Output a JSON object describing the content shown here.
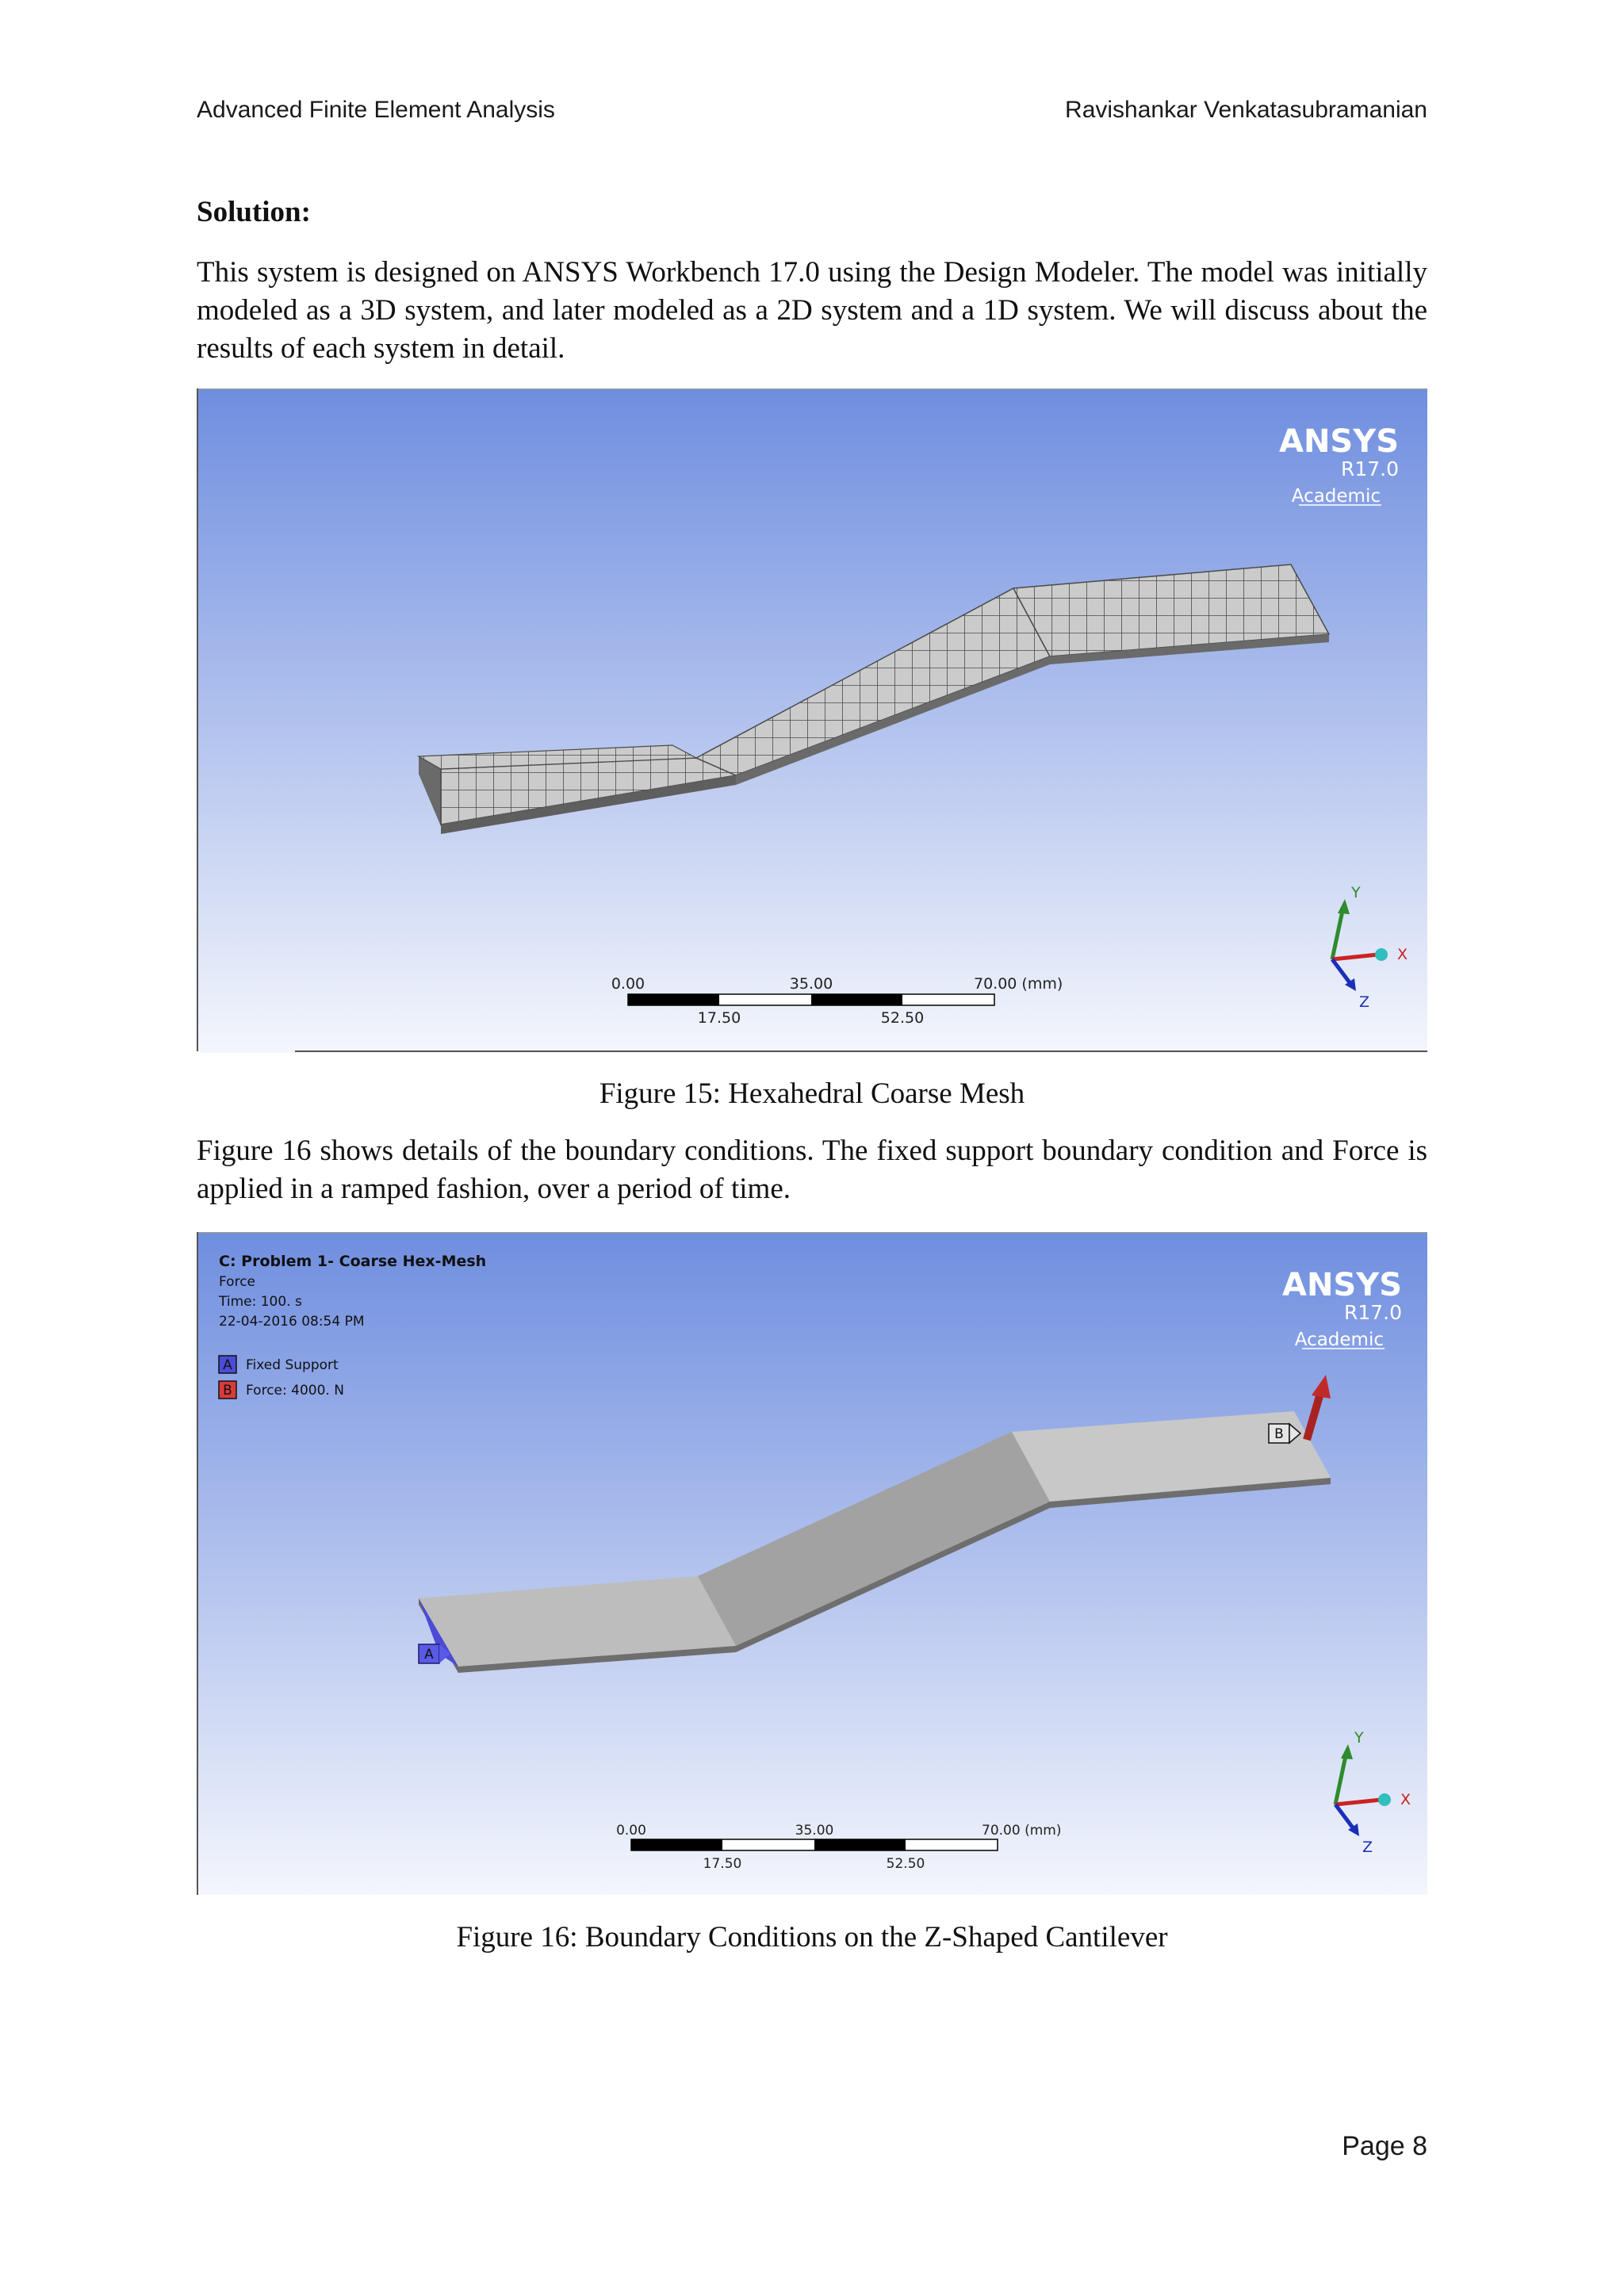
{
  "header": {
    "left": "Advanced Finite Element Analysis",
    "right": "Ravishankar Venkatasubramanian"
  },
  "solution_heading": "Solution:",
  "paragraph1": "This system is designed on ANSYS Workbench 17.0 using the Design Modeler. The model was initially modeled as a 3D system, and later modeled as a 2D system and a 1D system. We will discuss about the results of each system in detail.",
  "figure15": {
    "logo": {
      "name": "ANSYS",
      "version": "R17.0",
      "edition": "Academic"
    },
    "scale": {
      "top_labels": [
        "0.00",
        "35.00",
        "70.00 (mm)"
      ],
      "bottom_labels": [
        "17.50",
        "52.50"
      ]
    },
    "axes": {
      "y": "Y",
      "x": "X",
      "z": "Z"
    },
    "caption": "Figure 15: Hexahedral Coarse Mesh"
  },
  "paragraph2": "Figure 16 shows details of the boundary conditions. The fixed support boundary condition and Force is applied in a ramped fashion, over a period of time.",
  "figure16": {
    "info": {
      "title": "C: Problem 1- Coarse Hex-Mesh",
      "type": "Force",
      "time": "Time: 100. s",
      "date": "22-04-2016 08:54 PM"
    },
    "legend": [
      {
        "tag": "A",
        "label": "Fixed Support",
        "color": "#4b4bd6"
      },
      {
        "tag": "B",
        "label": "Force: 4000. N",
        "color": "#d93a3a"
      }
    ],
    "logo": {
      "name": "ANSYS",
      "version": "R17.0",
      "edition": "Academic"
    },
    "markers": {
      "a": "A",
      "b": "B"
    },
    "scale": {
      "top_labels": [
        "0.00",
        "35.00",
        "70.00 (mm)"
      ],
      "bottom_labels": [
        "17.50",
        "52.50"
      ]
    },
    "axes": {
      "y": "Y",
      "x": "X",
      "z": "Z"
    },
    "caption": "Figure 16: Boundary Conditions on the Z-Shaped Cantilever"
  },
  "page_number": "Page 8",
  "colors": {
    "viewport_top": "#6f8edf",
    "viewport_bottom": "#f4f6fc",
    "mesh_face": "#cbcbcb",
    "mesh_line": "#4a4a4a",
    "axis_y": "#2e8b2e",
    "axis_x": "#cc2222",
    "axis_z": "#1a2fb8",
    "force_arrow": "#a82222"
  }
}
